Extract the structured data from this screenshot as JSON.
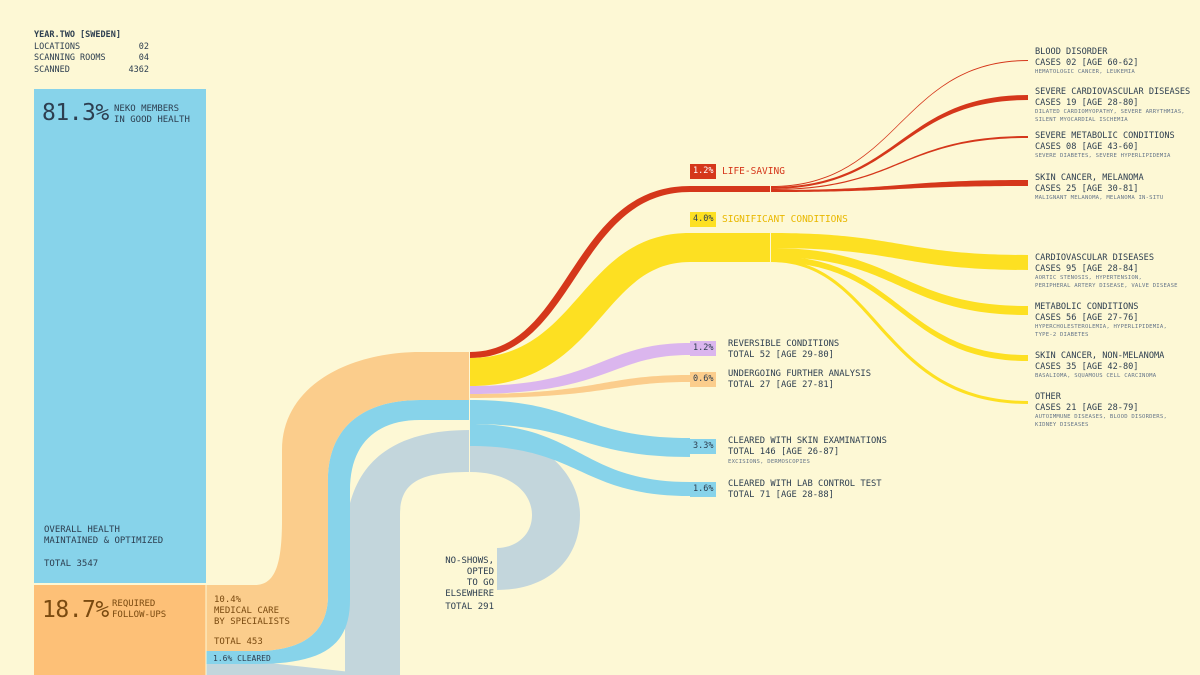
{
  "stats": {
    "title": "YEAR.TWO [SWEDEN]",
    "rows": [
      {
        "label": "LOCATIONS",
        "value": "02"
      },
      {
        "label": "SCANNING ROOMS",
        "value": "04"
      },
      {
        "label": "SCANNED",
        "value": "4362"
      }
    ]
  },
  "good_health": {
    "pct": "81.3%",
    "label_line1": "NEKO MEMBERS",
    "label_line2": "IN GOOD HEALTH",
    "bottom_line1": "OVERALL HEALTH",
    "bottom_line2": "MAINTAINED & OPTIMIZED",
    "total": "TOTAL 3547"
  },
  "followups": {
    "pct": "18.7%",
    "label_line1": "REQUIRED",
    "label_line2": "FOLLOW-UPS"
  },
  "specialists": {
    "pct": "10.4%",
    "line1": "MEDICAL CARE",
    "line2": "BY SPECIALISTS",
    "total": "TOTAL 453"
  },
  "cleared_small": "1.6% CLEARED",
  "noshows": {
    "line1": "NO-SHOWS, OPTED",
    "line2": "TO GO ELSEWHERE",
    "total": "TOTAL 291"
  },
  "categories": {
    "lifesaving": {
      "pct": "1.2%",
      "label": "LIFE-SAVING"
    },
    "significant": {
      "pct": "4.0%",
      "label": "SIGNIFICANT CONDITIONS"
    },
    "reversible": {
      "pct": "1.2%",
      "line1": "REVERSIBLE CONDITIONS",
      "line2": "TOTAL 52 [AGE 29-80]"
    },
    "further": {
      "pct": "0.6%",
      "line1": "UNDERGOING FURTHER ANALYSIS",
      "line2": "TOTAL 27 [AGE 27-81]"
    },
    "skinexam": {
      "pct": "3.3%",
      "line1": "CLEARED WITH SKIN EXAMINATIONS",
      "line2": "TOTAL 146 [AGE 26-87]",
      "detail": "EXCISIONS, DERMOSCOPIES"
    },
    "labtest": {
      "pct": "1.6%",
      "line1": "CLEARED WITH LAB CONTROL TEST",
      "line2": "TOTAL 71 [AGE 28-88]"
    }
  },
  "outcomes": [
    {
      "title": "BLOOD DISORDER",
      "cases": "CASES 02 [AGE 60-62]",
      "detail1": "HEMATOLOGIC CANCER, LEUKEMIA",
      "detail2": ""
    },
    {
      "title": "SEVERE CARDIOVASCULAR DISEASES",
      "cases": "CASES 19 [AGE 28-80]",
      "detail1": "DILATED CARDIOMYOPATHY, SEVERE ARRYTHMIAS,",
      "detail2": "SILENT MYOCARDIAL ISCHEMIA"
    },
    {
      "title": "SEVERE METABOLIC CONDITIONS",
      "cases": "CASES 08 [AGE 43-60]",
      "detail1": "SEVERE DIABETES, SEVERE HYPERLIPIDEMIA",
      "detail2": ""
    },
    {
      "title": "SKIN CANCER, MELANOMA",
      "cases": "CASES 25 [AGE 30-81]",
      "detail1": "MALIGNANT MELANOMA, MELANOMA IN-SITU",
      "detail2": ""
    },
    {
      "title": "CARDIOVASCULAR DISEASES",
      "cases": "CASES 95 [AGE 28-84]",
      "detail1": "AORTIC STENOSIS, HYPERTENSION,",
      "detail2": "PERIPHERAL ARTERY DISEASE, VALVE DISEASE"
    },
    {
      "title": "METABOLIC CONDITIONS",
      "cases": "CASES 56 [AGE 27-76]",
      "detail1": "HYPERCHOLESTEROLEMIA, HYPERLIPIDEMIA,",
      "detail2": "TYPE-2 DIABETES"
    },
    {
      "title": "SKIN CANCER, NON-MELANOMA",
      "cases": "CASES 35 [AGE 42-80]",
      "detail1": "BASALIOMA, SQUAMOUS CELL CARCINOMA",
      "detail2": ""
    },
    {
      "title": "OTHER",
      "cases": "CASES 21 [AGE 28-79]",
      "detail1": "AUTOIMMUNE DISEASES, BLOOD DISORDERS,",
      "detail2": "KIDNEY DISEASES"
    }
  ],
  "colors": {
    "blue": "#87d3ea",
    "orange": "#fdc077",
    "peach": "#fbcd8c",
    "grey": "#c3d6dc",
    "red": "#d5371b",
    "yellow": "#fde022",
    "lilac": "#dbb6ee",
    "text": "#2d3e50"
  }
}
